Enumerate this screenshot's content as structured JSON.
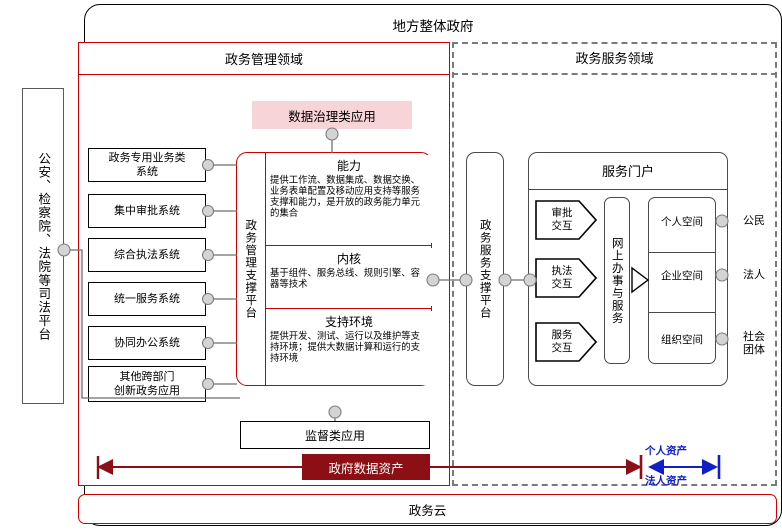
{
  "diagram": {
    "overall_title": "地方整体政府",
    "gov_cloud": "政务云"
  },
  "domains": {
    "management": "政务管理领域",
    "service": "政务服务领域"
  },
  "judicial_platform": {
    "label": "公安、检察院、法院等司法平台"
  },
  "systems": [
    {
      "line1": "政务专用业务类",
      "line2": "系统"
    },
    {
      "line1": "集中审批系统",
      "line2": ""
    },
    {
      "line1": "综合执法系统",
      "line2": ""
    },
    {
      "line1": "统一服务系统",
      "line2": ""
    },
    {
      "line1": "协同办公系统",
      "line2": ""
    },
    {
      "line1": "其他跨部门",
      "line2": "创新政务应用"
    }
  ],
  "data_governance_app": "数据治理类应用",
  "supervision_app": "监督类应用",
  "mgmt_support_platform": {
    "label": "政务管理支撑平台",
    "panels": [
      {
        "heading": "能力",
        "body": "提供工作流、数据集成、数据交换、业务表单配置及移动应用支持等服务支撑和能力，是开放的政务能力单元的集合"
      },
      {
        "heading": "内核",
        "body": "基于组件、服务总线、规则引擎、容器等技术"
      },
      {
        "heading": "支持环境",
        "body": "提供开发、测试、运行以及维护等支持环境；提供大数据计算和运行的支持环境"
      }
    ]
  },
  "service_support_platform": {
    "label": "政务服务支撑平台"
  },
  "service_portal": {
    "title": "服务门户",
    "interactions": [
      {
        "line1": "审批",
        "line2": "交互"
      },
      {
        "line1": "执法",
        "line2": "交互"
      },
      {
        "line1": "服务",
        "line2": "交互"
      }
    ],
    "online_service": "网上办事与服务",
    "spaces": [
      "个人空间",
      "企业空间",
      "组织空间"
    ]
  },
  "actors": [
    {
      "line1": "公民",
      "line2": ""
    },
    {
      "line1": "法人",
      "line2": ""
    },
    {
      "line1": "社会",
      "line2": "团体"
    }
  ],
  "assets": {
    "gov_data_asset": "政府数据资产",
    "personal_asset": "个人资产",
    "legal_person_asset": "法人资产"
  },
  "colors": {
    "management_red": "#cc0000",
    "asset_bar": "#8b0f14",
    "data_gov_pink": "#f6d4d8",
    "service_dashed": "#7a7a7a",
    "asset_blue": "#1020c8"
  }
}
